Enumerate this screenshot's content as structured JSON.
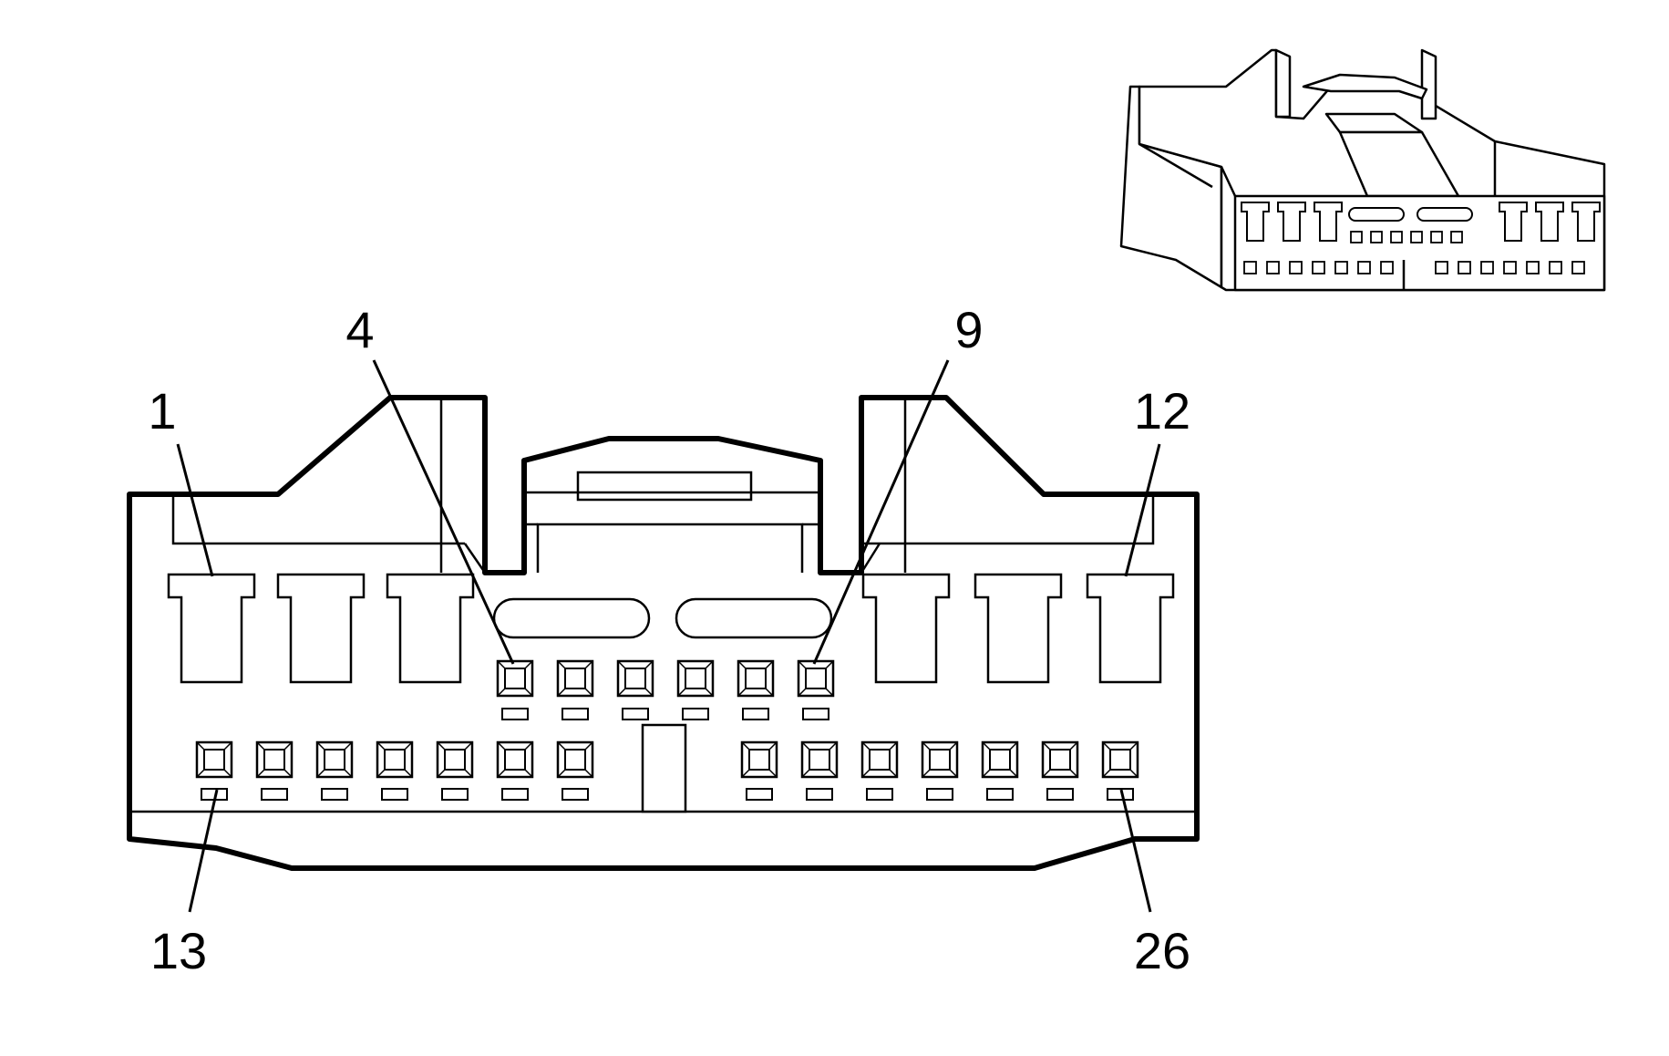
{
  "diagram": {
    "type": "connector-end-view",
    "pin_labels": {
      "pin_1": "1",
      "pin_4": "4",
      "pin_9": "9",
      "pin_12": "12",
      "pin_13": "13",
      "pin_26": "26"
    },
    "layout": {
      "top_row_large_terminals_left": 3,
      "top_row_large_terminals_right": 3,
      "middle_row_small_terminals": 6,
      "bottom_row_small_terminals_left": 7,
      "bottom_row_small_terminals_right": 7
    },
    "colors": {
      "line": "#000000",
      "background": "#ffffff"
    }
  }
}
